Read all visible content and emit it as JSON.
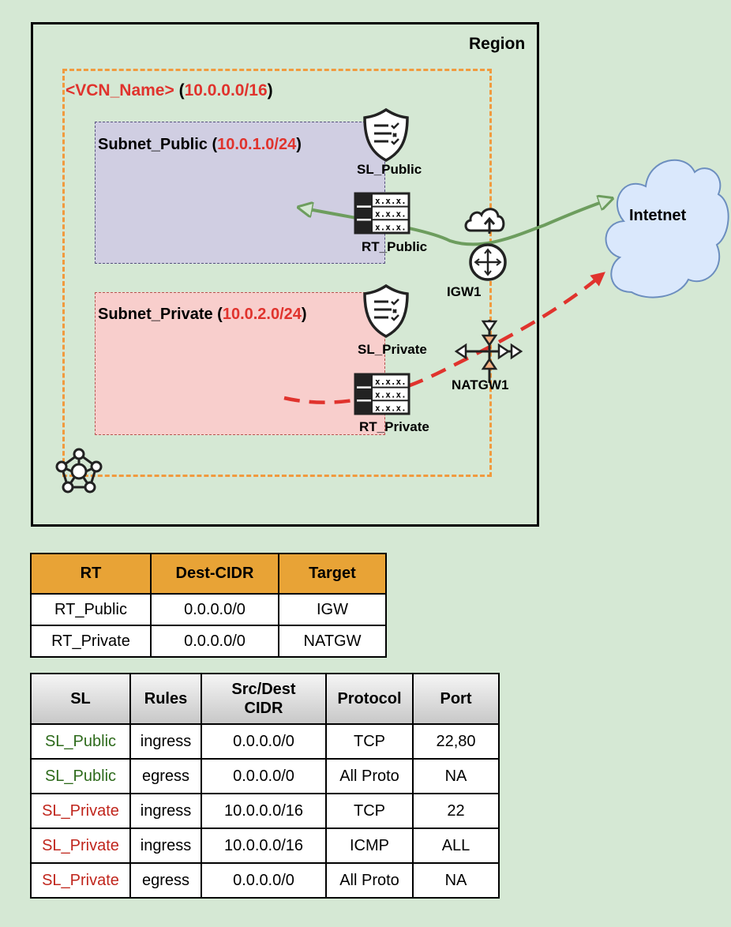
{
  "diagram": {
    "region_label": "Region",
    "vcn_name": "<VCN_Name>",
    "vcn_cidr": "10.0.0.0/16",
    "subnet_public": {
      "name": "Subnet_Public",
      "cidr": "10.0.1.0/24"
    },
    "subnet_private": {
      "name": "Subnet_Private",
      "cidr": "10.0.2.0/24"
    },
    "sl_public_label": "SL_Public",
    "rt_public_label": "RT_Public",
    "sl_private_label": "SL_Private",
    "rt_private_label": "RT_Private",
    "igw_label": "IGW1",
    "natgw_label": "NATGW1",
    "internet_label": "Intetnet",
    "route_table_cell": "x.x.x.",
    "colors": {
      "background": "#d5e8d4",
      "vcn_border": "#f19a3e",
      "public_subnet_fill": "#d0cee2",
      "private_subnet_fill": "#f8cecc",
      "public_flow": "#6d9d5e",
      "private_flow": "#e0332d",
      "cloud_fill": "#dae8fc",
      "cidr_text": "#e0332d"
    }
  },
  "route_table": {
    "headers": [
      "RT",
      "Dest-CIDR",
      "Target"
    ],
    "rows": [
      [
        "RT_Public",
        "0.0.0.0/0",
        "IGW"
      ],
      [
        "RT_Private",
        "0.0.0.0/0",
        "NATGW"
      ]
    ],
    "header_color": "#e8a336"
  },
  "security_list": {
    "headers": [
      "SL",
      "Rules",
      "Src/Dest CIDR",
      "Protocol",
      "Port"
    ],
    "header_src_line1": "Src/Dest",
    "header_src_line2": "CIDR",
    "rows": [
      [
        "SL_Public",
        "ingress",
        "0.0.0.0/0",
        "TCP",
        "22,80"
      ],
      [
        "SL_Public",
        "egress",
        "0.0.0.0/0",
        "All Proto",
        "NA"
      ],
      [
        "SL_Private",
        "ingress",
        "10.0.0.0/16",
        "TCP",
        "22"
      ],
      [
        "SL_Private",
        "ingress",
        "10.0.0.0/16",
        "ICMP",
        "ALL"
      ],
      [
        "SL_Private",
        "egress",
        "0.0.0.0/0",
        "All Proto",
        "NA"
      ]
    ]
  }
}
